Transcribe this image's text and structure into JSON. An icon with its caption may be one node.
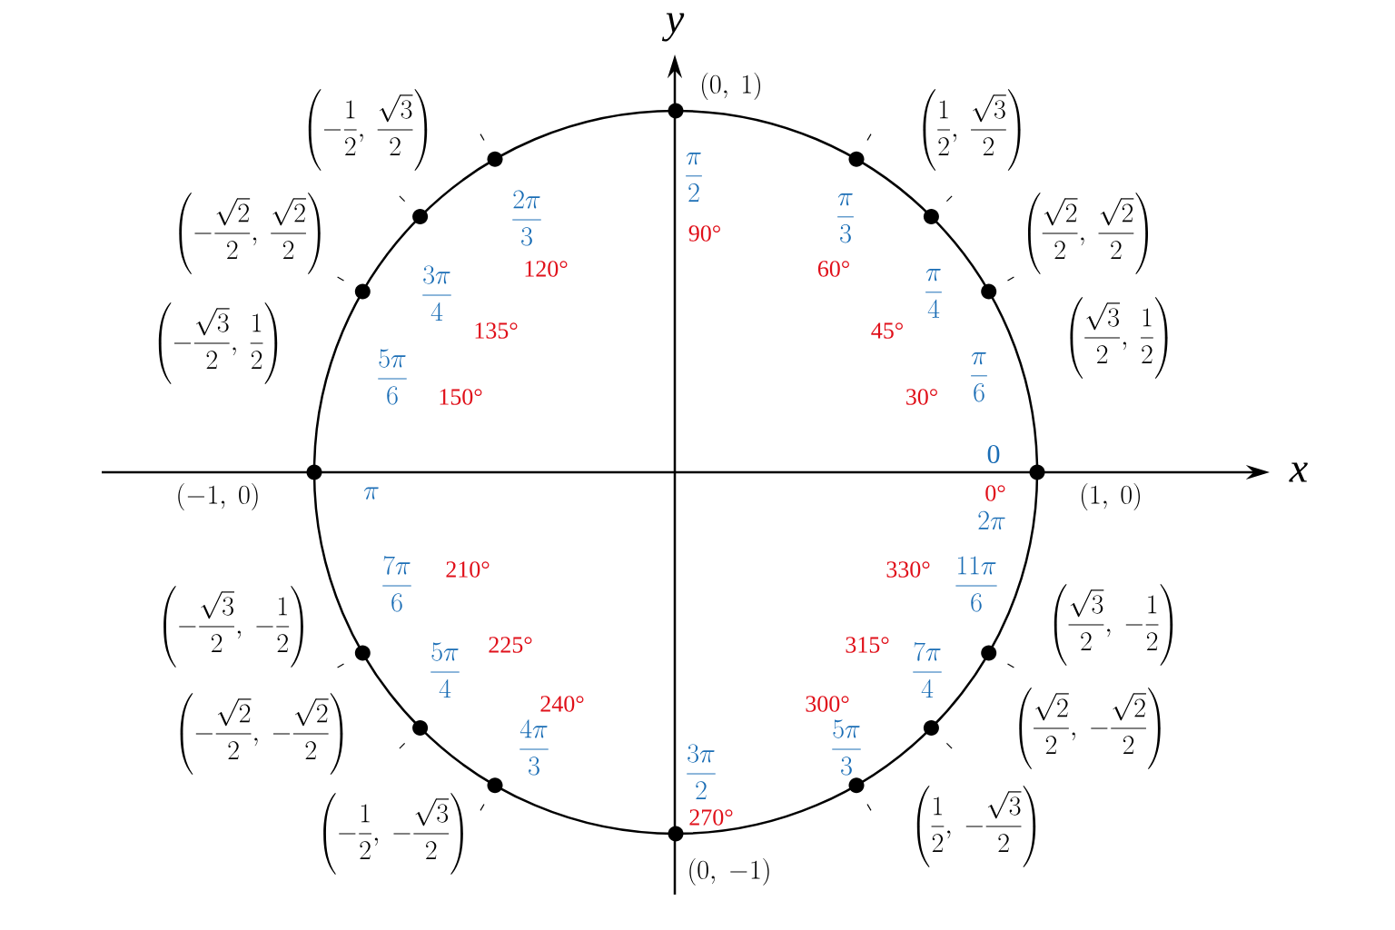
{
  "diagram": {
    "nodes": [
      {
        "text": [],
        "shape": "circle"
      },
      {
        "text": [],
        "shape": "circle"
      },
      {
        "text": [],
        "shape": "circle"
      },
      {
        "text": [],
        "shape": "circle"
      },
      {
        "text": [],
        "shape": "circle"
      },
      {
        "text": [],
        "shape": "circle"
      },
      {
        "text": [],
        "shape": "circle"
      },
      {
        "text": [],
        "shape": "circle"
      },
      {
        "text": [],
        "shape": "circle"
      },
      {
        "text": [],
        "shape": "circle"
      },
      {
        "text": [],
        "shape": "circle"
      },
      {
        "text": [],
        "shape": "circle"
      },
      {
        "text": [],
        "shape": "circle"
      },
      {
        "text": [],
        "shape": "circle"
      },
      {
        "text": [],
        "shape": "circle"
      },
      {
        "text": [],
        "shape": "circle"
      }
    ],
    "labels": [
      "y",
      "(0,\\ 1)",
      "\\left(-\\frac{1}{2},\\ \\frac{\\sqrt{3}}{2}\\right)",
      "\\left(\\frac{1}{2},\\ \\frac{\\sqrt{3}}{2}\\right)",
      "\\frac{\\pi}{2}",
      "\\frac{2\\pi}{3}",
      "\\frac{\\pi}{3}",
      "\\left(-\\frac{\\sqrt{2}}{2},\\ \\frac{\\sqrt{2}}{2}\\right)",
      "90°",
      "\\left(\\frac{\\sqrt{2}}{2},\\ \\frac{\\sqrt{2}}{2}\\right)",
      "120°",
      "60°",
      "\\frac{3\\pi}{4}",
      "\\frac{\\pi}{4}",
      "135°",
      "45°",
      "\\left(-\\frac{\\sqrt{3}}{2},\\ \\frac{1}{2}\\right)",
      "\\left(\\frac{\\sqrt{3}}{2},\\ \\frac{1}{2}\\right)",
      "\\frac{5\\pi}{6}",
      "\\frac{\\pi}{6}",
      "150°",
      "30°",
      "0",
      "x",
      "(-1,\\ 0)",
      "\\pi",
      "0°",
      "(1,\\ 0)",
      "2\\pi",
      "210°",
      "330°",
      "\\frac{7\\pi}{6}",
      "\\frac{11\\pi}{6}",
      "\\left(-\\frac{\\sqrt{3}}{2},\\ -\\frac{1}{2}\\right)",
      "\\left(\\frac{\\sqrt{3}}{2},\\ -\\frac{1}{2}\\right)",
      "225°",
      "315°",
      "\\frac{5\\pi}{4}",
      "\\frac{7\\pi}{4}",
      "240°",
      "300°",
      "\\left(-\\frac{\\sqrt{2}}{2},\\ -\\frac{\\sqrt{2}}{2}\\right)",
      "\\left(\\frac{\\sqrt{2}}{2},\\ -\\frac{\\sqrt{2}}{2}\\right)",
      "\\frac{4\\pi}{3}",
      "\\frac{5\\pi}{3}",
      "\\frac{3\\pi}{2}",
      "270°",
      "\\left(-\\frac{1}{2},\\ -\\frac{\\sqrt{3}}{2}\\right)",
      "\\left(\\frac{1}{2},\\ -\\frac{\\sqrt{3}}{2}\\right)",
      "(0,\\ -1)"
    ]
  }
}
